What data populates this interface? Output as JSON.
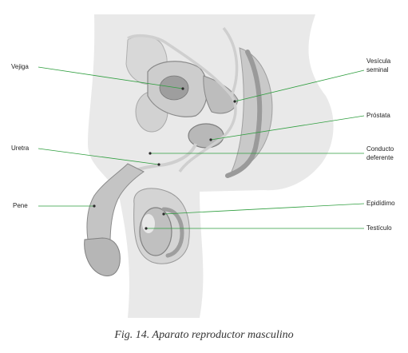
{
  "labels": {
    "vejiga": "Vejiga",
    "uretra": "Uretra",
    "pene": "Pene",
    "vesicula_1": "Vesícula",
    "vesicula_2": "seminal",
    "prostata": "Próstata",
    "conducto_1": "Conducto",
    "conducto_2": "deferente",
    "epididimo": "Epidídimo",
    "testiculo": "Testículo"
  },
  "caption": "Fig. 14. Aparato reproductor masculino",
  "colors": {
    "leader": "#2e9e3e",
    "tissue_light": "#e6e6e6",
    "tissue_mid": "#cfcfcf",
    "tissue_dark": "#a8a8a8",
    "outline": "#8c8c8c"
  }
}
